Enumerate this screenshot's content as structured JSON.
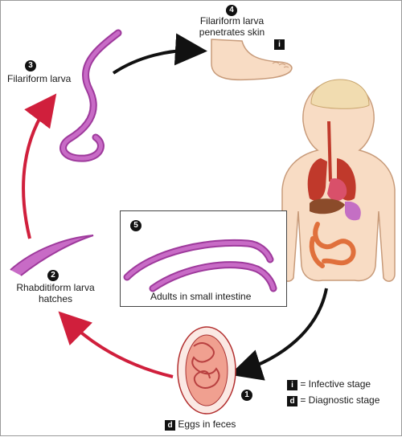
{
  "stages": {
    "s1": {
      "number": "1"
    },
    "s2": {
      "number": "2",
      "label_line1": "Rhabditiform larva",
      "label_line2": "hatches"
    },
    "s3": {
      "number": "3",
      "label": "Filariform larva"
    },
    "s4": {
      "number": "4",
      "label_line1": "Filariform larva",
      "label_line2": "penetrates skin",
      "marker": "i"
    },
    "s5": {
      "number": "5",
      "label": "Adults in small intestine"
    }
  },
  "eggs": {
    "marker": "d",
    "label": "Eggs in feces"
  },
  "legend": {
    "infective": {
      "marker": "i",
      "label": "= Infective stage"
    },
    "diagnostic": {
      "marker": "d",
      "label": "= Diagnostic stage"
    }
  },
  "colors": {
    "worm": "#b44fb1",
    "red_arrow": "#d01f3c",
    "black_arrow": "#111111",
    "skin": "#f8dcc4"
  }
}
